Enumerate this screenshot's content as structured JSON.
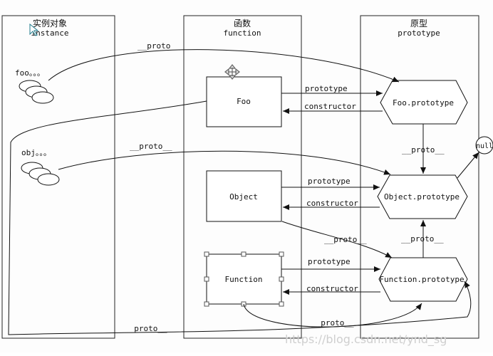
{
  "columns": {
    "instance": {
      "title_cn": "实例对象",
      "title_en": "instance"
    },
    "function": {
      "title_cn": "函数",
      "title_en": "function"
    },
    "prototype": {
      "title_cn": "原型",
      "title_en": "prototype"
    }
  },
  "instances": {
    "foo": "foo。。。",
    "obj": "obj。。。"
  },
  "functions": {
    "foo": "Foo",
    "object": "Object",
    "function": "Function"
  },
  "prototypes": {
    "foo": "Foo.prototype",
    "object": "Object.prototype",
    "function": "Function.prototype",
    "null": "null"
  },
  "edges": {
    "prototype": "prototype",
    "constructor": "constructor",
    "proto": "__proto__"
  },
  "watermark": "https://blog.csdn.net/ynd_sg",
  "colors": {
    "line": "#111111",
    "background": "#fdfdfd",
    "watermark": "#cfcfcf"
  }
}
